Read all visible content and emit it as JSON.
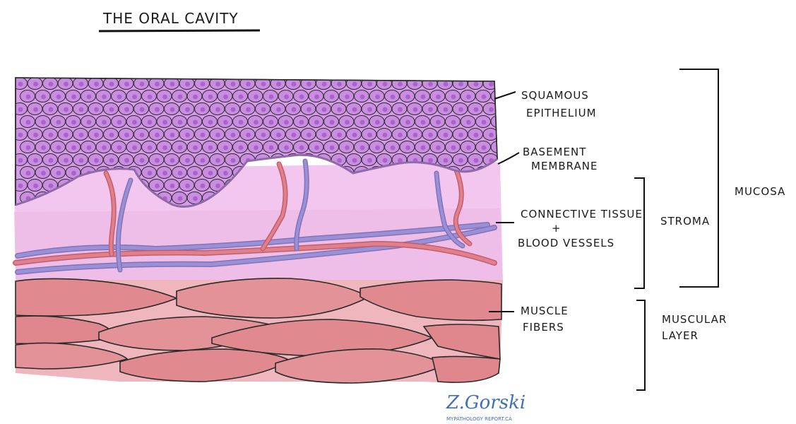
{
  "title": "THE ORAL CAVITY",
  "labels": {
    "squamous_line1": "SQUAMOUS",
    "squamous_line2": "EPITHELIUM",
    "basement_line1": "BASEMENT",
    "basement_line2": "MEMBRANE",
    "connective_line1": "CONNECTIVE TISSUE",
    "connective_plus": "+",
    "connective_line2": "BLOOD VESSELS",
    "muscle_line1": "MUSCLE",
    "muscle_line2": "FIBERS"
  },
  "groups": {
    "mucosa": "MUCOSA",
    "stroma": "STROMA",
    "muscular_line1": "MUSCULAR",
    "muscular_line2": "LAYER"
  },
  "credit": {
    "signature": "Z.Gorski",
    "site": "MYPATHOLOGY REPORT.CA"
  },
  "colors": {
    "epithelium": "#d79be8",
    "cell_fill": "#c98ee0",
    "nucleus": "#a864cc",
    "stroma": "#f2c6ee",
    "muscle": "#e08a8f",
    "artery": "#d7707c",
    "vein": "#8a7fc4",
    "signature": "#3f6fb5"
  }
}
